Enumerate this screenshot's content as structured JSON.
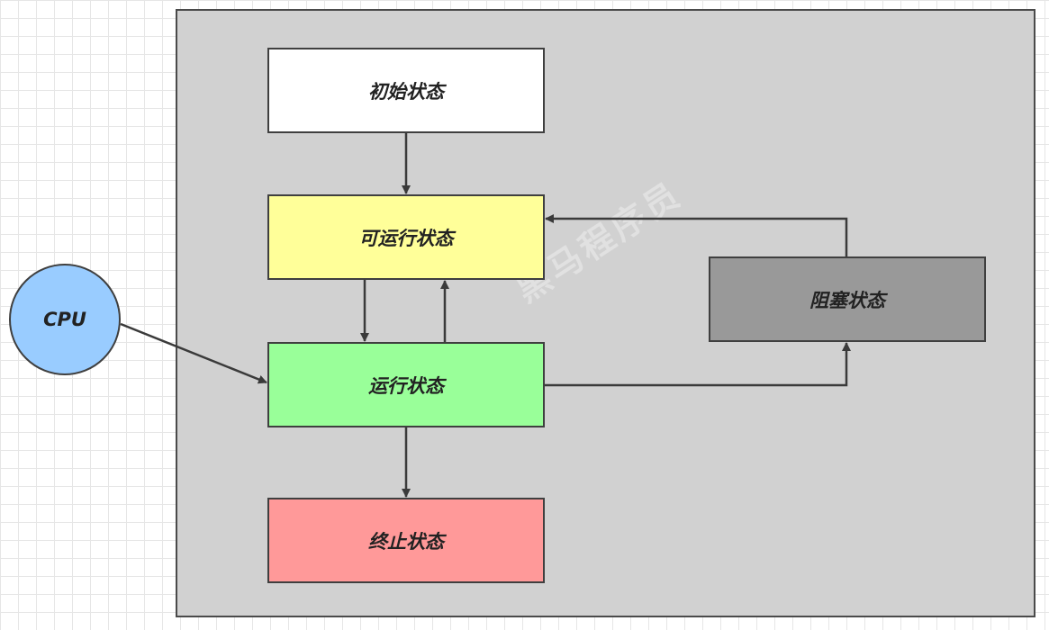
{
  "colors": {
    "container_bg": "#d1d1d1",
    "border": "#3f3f3f",
    "edge": "#3a3a3a",
    "init": "#ffffff",
    "runnable": "#ffff99",
    "running": "#99ff99",
    "terminated": "#ff9999",
    "blocked": "#999999",
    "cpu": "#99ccff"
  },
  "nodes": {
    "cpu": {
      "label": "CPU",
      "color": "#99ccff"
    },
    "init": {
      "label": "初始状态",
      "color": "#ffffff"
    },
    "runnable": {
      "label": "可运行状态",
      "color": "#ffff99"
    },
    "running": {
      "label": "运行状态",
      "color": "#99ff99"
    },
    "terminated": {
      "label": "终止状态",
      "color": "#ff9999"
    },
    "blocked": {
      "label": "阻塞状态",
      "color": "#999999"
    }
  },
  "edges": [
    {
      "from": "init",
      "to": "runnable"
    },
    {
      "from": "runnable",
      "to": "running"
    },
    {
      "from": "running",
      "to": "runnable"
    },
    {
      "from": "cpu",
      "to": "running"
    },
    {
      "from": "running",
      "to": "blocked"
    },
    {
      "from": "blocked",
      "to": "runnable"
    },
    {
      "from": "running",
      "to": "terminated"
    }
  ],
  "watermark": "黑马程序员"
}
